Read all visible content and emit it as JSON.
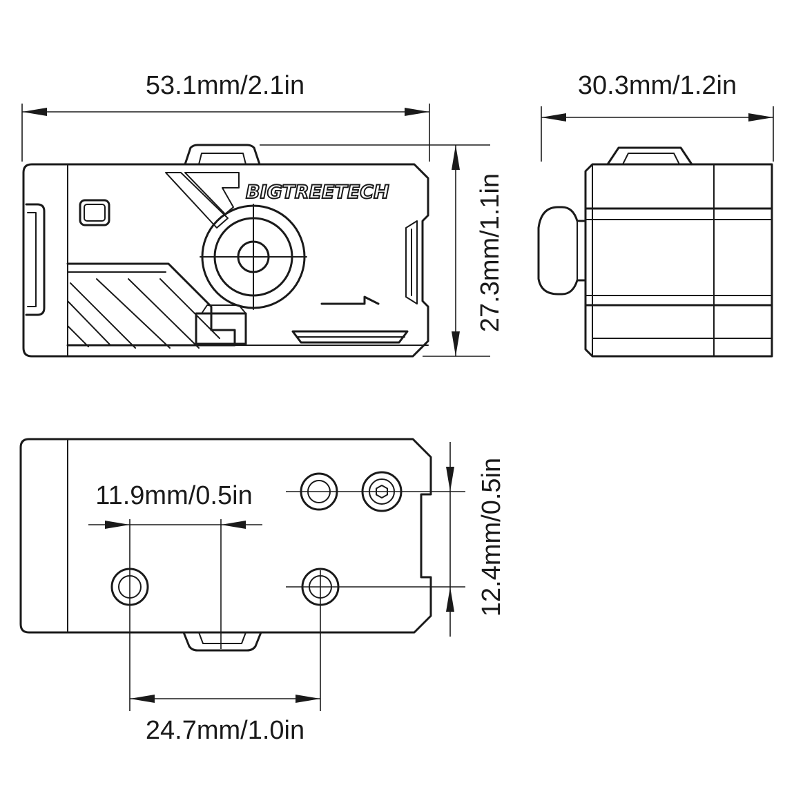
{
  "brand_logo": "BIGTREETECH",
  "dimensions": {
    "width_front": "53.1mm/2.1in",
    "depth_side": "30.3mm/1.2in",
    "height_front": "27.3mm/1.1in",
    "hole_offset": "11.9mm/0.5in",
    "hole_spacing_vertical": "12.4mm/0.5in",
    "hole_spacing_horizontal": "24.7mm/1.0in"
  },
  "colors": {
    "line": "#1a1a1a",
    "background": "#ffffff"
  }
}
